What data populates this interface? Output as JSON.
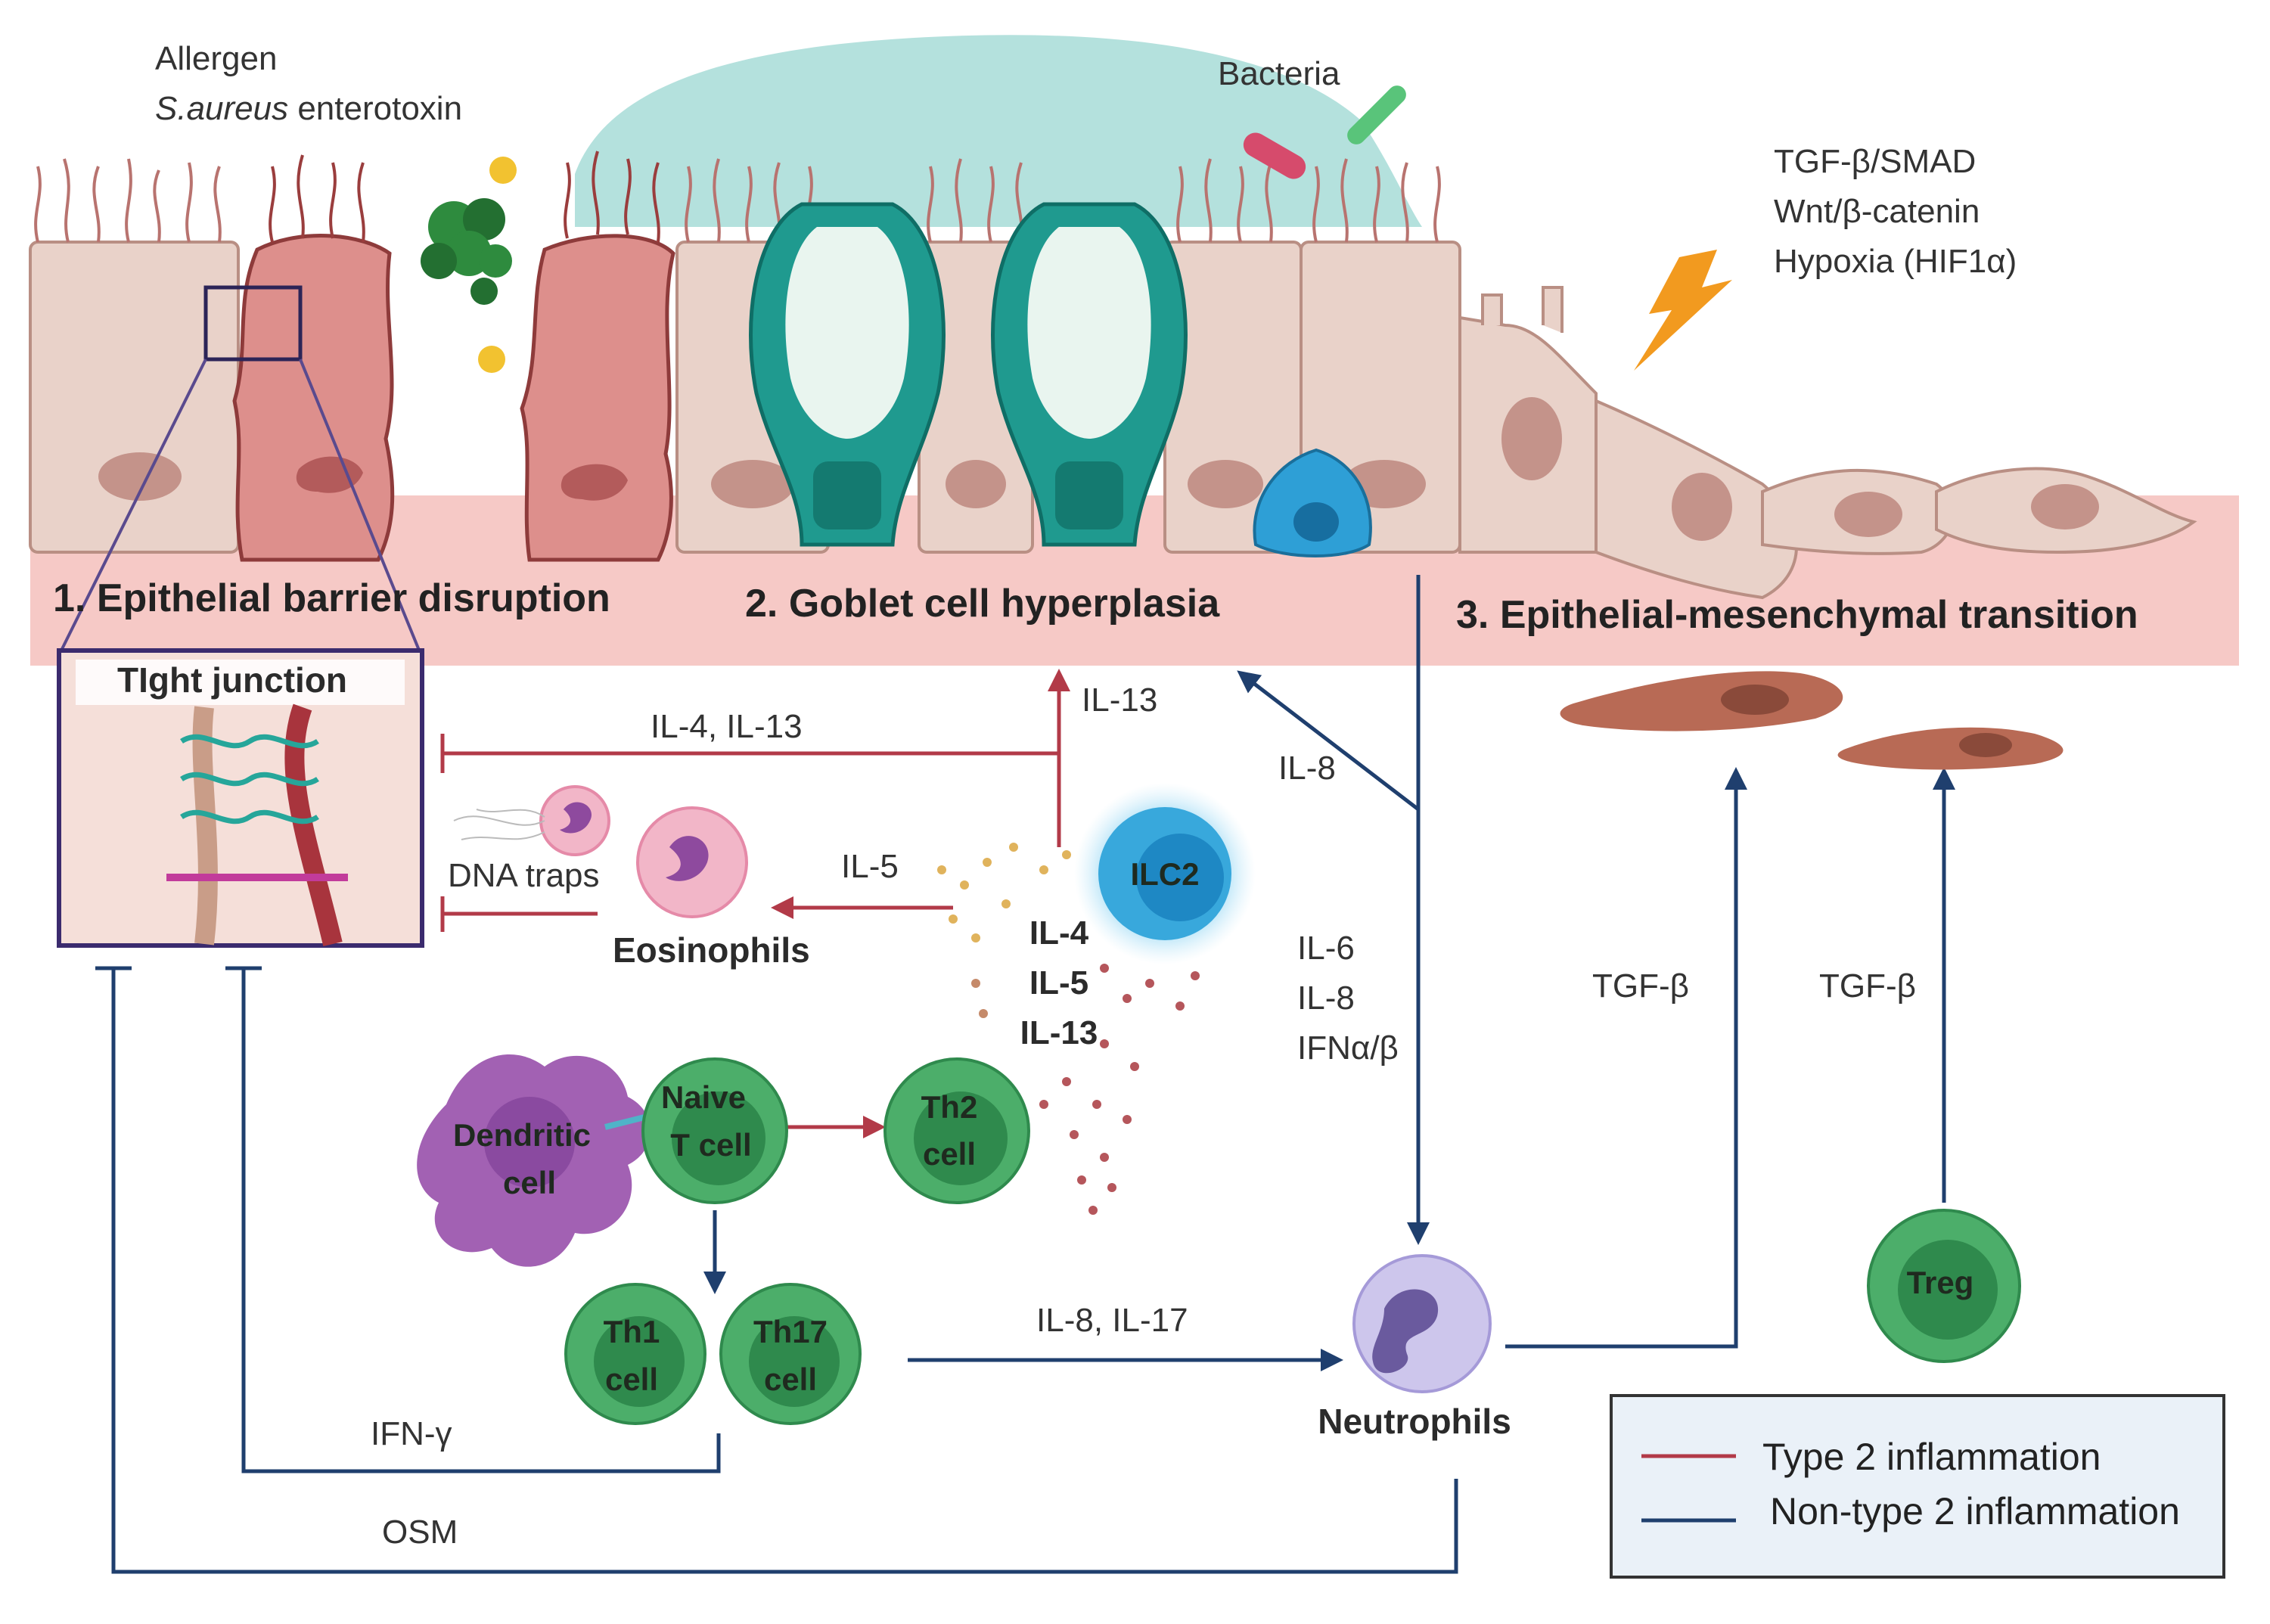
{
  "labels": {
    "allergen": "Allergen",
    "enterotoxin_italic": "S.aureus",
    "enterotoxin_rest": " enterotoxin",
    "bacteria": "Bacteria",
    "pathways": [
      "TGF-β/SMAD",
      "Wnt/β-catenin",
      "Hypoxia (HIF1α)"
    ],
    "sections": [
      "1. Epithelial barrier disruption",
      "2. Goblet cell hyperplasia",
      "3. Epithelial-mesenchymal transition"
    ],
    "tight_junction": "TIght junction",
    "il4_il13": "IL-4, IL-13",
    "il13": "IL-13",
    "il8_top": "IL-8",
    "il5": "IL-5",
    "dna_traps": "DNA traps",
    "eosinophils": "Eosinophils",
    "ilc2": "ILC2",
    "ilc2_cytokines": [
      "IL-4",
      "IL-5",
      "IL-13"
    ],
    "neutrophil_inputs": [
      "IL-6",
      "IL-8",
      "IFNα/β"
    ],
    "tgfb_1": "TGF-β",
    "tgfb_2": "TGF-β",
    "dendritic": [
      "Dendritic",
      "cell"
    ],
    "naive": [
      "Naive",
      "T cell"
    ],
    "th2": [
      "Th2",
      "cell"
    ],
    "th1": [
      "Th1",
      "cell"
    ],
    "th17": [
      "Th17",
      "cell"
    ],
    "il8_il17": "IL-8, IL-17",
    "neutrophils": "Neutrophils",
    "treg": "Treg",
    "ifng": "IFN-γ",
    "osm": "OSM"
  },
  "legend": {
    "items": [
      {
        "label": "Type 2 inflammation",
        "color": "#b23a48"
      },
      {
        "label": "Non-type 2 inflammation",
        "color": "#1f3f6e"
      }
    ]
  },
  "colors": {
    "type2": "#b23a48",
    "nontype2": "#1f3f6e",
    "epithelium": "#e9d2c9",
    "basement": "#f6c9c6",
    "damaged_cell": "#dd8f8c",
    "goblet": "#26a69a",
    "mucus": "#a7dcd7",
    "t_cell": "#4cae6a",
    "eosinophil": "#f2b6c8",
    "neutrophil": "#cdc6ec",
    "dendritic": "#a261b3",
    "ilc2": "#38a8dc",
    "fibroblast": "#b86a55"
  }
}
